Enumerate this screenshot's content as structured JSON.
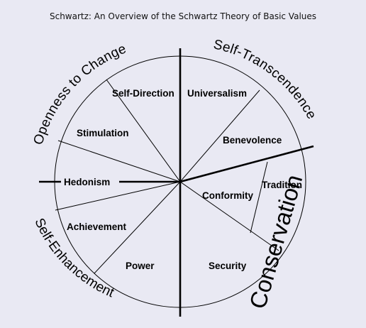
{
  "caption": "Schwartz: An Overview of the Schwartz Theory of Basic Values",
  "values": {
    "self_direction": "Self-Direction",
    "universalism": "Universalism",
    "benevolence": "Benevolence",
    "tradition": "Tradition",
    "conformity": "Conformity",
    "security": "Security",
    "power": "Power",
    "achievement": "Achievement",
    "hedonism": "Hedonism",
    "stimulation": "Stimulation"
  },
  "dimensions": {
    "openness_to_change": "Openness to Change",
    "self_transcendence": "Self-Transcendence",
    "self_enhancement": "Self-Enhancement",
    "conservation": "Conservation"
  },
  "colors": {
    "background": "#e9e9f3",
    "lines": "#000000"
  }
}
